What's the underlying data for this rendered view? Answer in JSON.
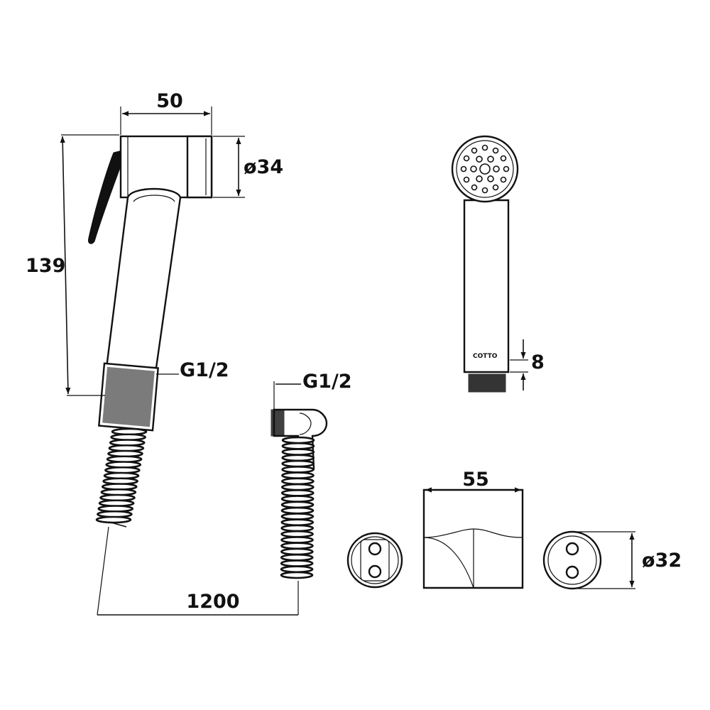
{
  "dimensions": {
    "head_width": "50",
    "head_diameter": "ø34",
    "total_height": "139",
    "thread_spray": "G1/2",
    "thread_hose_end": "G1/2",
    "nozzle_length": "8",
    "hose_length": "1200",
    "holder_width": "55",
    "holder_diameter": "ø32"
  },
  "brand_mark": "COTTO"
}
